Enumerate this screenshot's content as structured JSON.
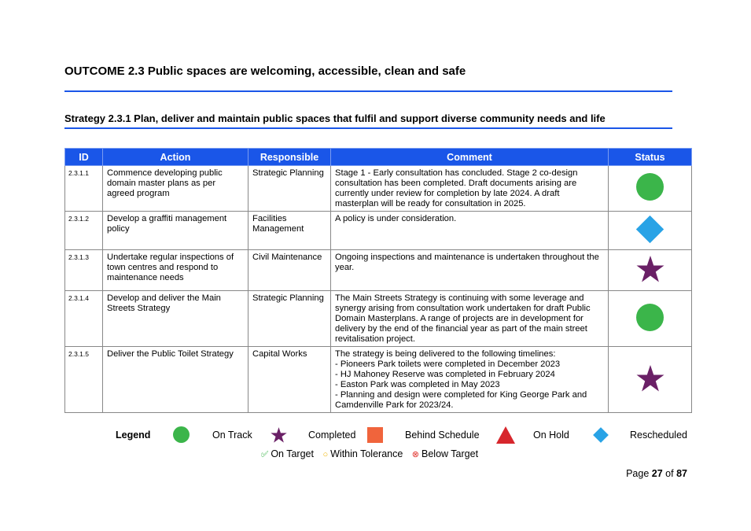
{
  "outcome": {
    "title": "OUTCOME 2.3 Public spaces are welcoming, accessible, clean and safe"
  },
  "strategy": {
    "title": "Strategy 2.3.1 Plan, deliver and maintain public spaces that fulfil and support diverse community needs and life"
  },
  "table": {
    "headers": {
      "id": "ID",
      "action": "Action",
      "responsible": "Responsible",
      "comment": "Comment",
      "status": "Status"
    },
    "rows": [
      {
        "id": "2.3.1.1",
        "action": "Commence developing public domain master plans as per agreed program",
        "responsible": "Strategic Planning",
        "comment": "Stage 1 - Early consultation has concluded.  Stage 2 co-design consultation has been completed.  Draft documents arising are currently under review for completion by late 2024.  A draft masterplan will be ready for consultation in 2025.",
        "status": "On Track",
        "status_icon": "green-circle-icon"
      },
      {
        "id": "2.3.1.2",
        "action": "Develop a graffiti management policy",
        "responsible": "Facilities Management",
        "comment": "A policy is under consideration.",
        "status": "Rescheduled",
        "status_icon": "blue-diamond-icon"
      },
      {
        "id": "2.3.1.3",
        "action": "Undertake regular inspections of town centres and respond to maintenance needs",
        "responsible": "Civil Maintenance",
        "comment": "Ongoing inspections and maintenance is undertaken throughout the year.",
        "status": "Completed",
        "status_icon": "purple-star-icon"
      },
      {
        "id": "2.3.1.4",
        "action": "Develop and deliver the Main Streets Strategy",
        "responsible": "Strategic Planning",
        "comment": "The Main Streets Strategy is continuing with some leverage and synergy arising from consultation work undertaken for draft Public Domain Masterplans.  A range of projects are in development for delivery by the end of the financial year as part of the main street revitalisation project.",
        "status": "On Track",
        "status_icon": "green-circle-icon"
      },
      {
        "id": "2.3.1.5",
        "action": "Deliver the Public Toilet Strategy",
        "responsible": "Capital Works",
        "comment": "The strategy is being delivered to the following timelines:\n- Pioneers Park toilets were completed in December 2023\n- HJ Mahoney Reserve was completed in February 2024\n- Easton Park was completed in May 2023\n- Planning and design were completed for King George Park and Camdenville Park for 2023/24.",
        "status": "Completed",
        "status_icon": "purple-star-icon"
      }
    ]
  },
  "legend": {
    "title": "Legend",
    "items": [
      {
        "label": "On Track",
        "icon": "green-circle-icon"
      },
      {
        "label": "Completed",
        "icon": "purple-star-icon"
      },
      {
        "label": "Behind Schedule",
        "icon": "orange-square-icon"
      },
      {
        "label": "On Hold",
        "icon": "red-triangle-icon"
      },
      {
        "label": "Rescheduled",
        "icon": "blue-diamond-icon"
      }
    ],
    "targets": [
      {
        "label": "On Target",
        "icon": "check-circle-icon",
        "color": "#3bb54a"
      },
      {
        "label": "Within Tolerance",
        "icon": "neutral-circle-icon",
        "color": "#f0b400"
      },
      {
        "label": "Below Target",
        "icon": "x-circle-icon",
        "color": "#e0302a"
      }
    ]
  },
  "colors": {
    "accent_blue": "#1a56e8",
    "on_track": "#3bb54a",
    "completed": "#6a2066",
    "behind_schedule": "#f0643c",
    "on_hold": "#d7262c",
    "rescheduled": "#29a3e6"
  },
  "page": {
    "prefix": "Page",
    "current": "27",
    "of": "of",
    "total": "87"
  }
}
